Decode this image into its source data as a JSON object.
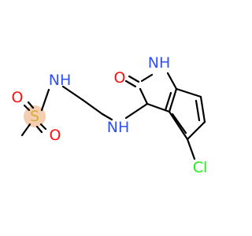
{
  "molecule": {
    "atoms": {
      "O_sulfonyl_top": {
        "label": "O",
        "color": "#ff0d0d"
      },
      "S": {
        "label": "S",
        "color": "#d4af37"
      },
      "O_sulfonyl_bottom": {
        "label": "O",
        "color": "#ff0d0d"
      },
      "NH_sulfonamide": {
        "label": "NH",
        "color": "#3050f8"
      },
      "O_carbonyl": {
        "label": "O",
        "color": "#ff0d0d"
      },
      "NH_lactam": {
        "label": "NH",
        "color": "#3050f8"
      },
      "NH_amine": {
        "label": "NH",
        "color": "#3050f8"
      },
      "Cl": {
        "label": "Cl",
        "color": "#1ff01f"
      }
    }
  }
}
